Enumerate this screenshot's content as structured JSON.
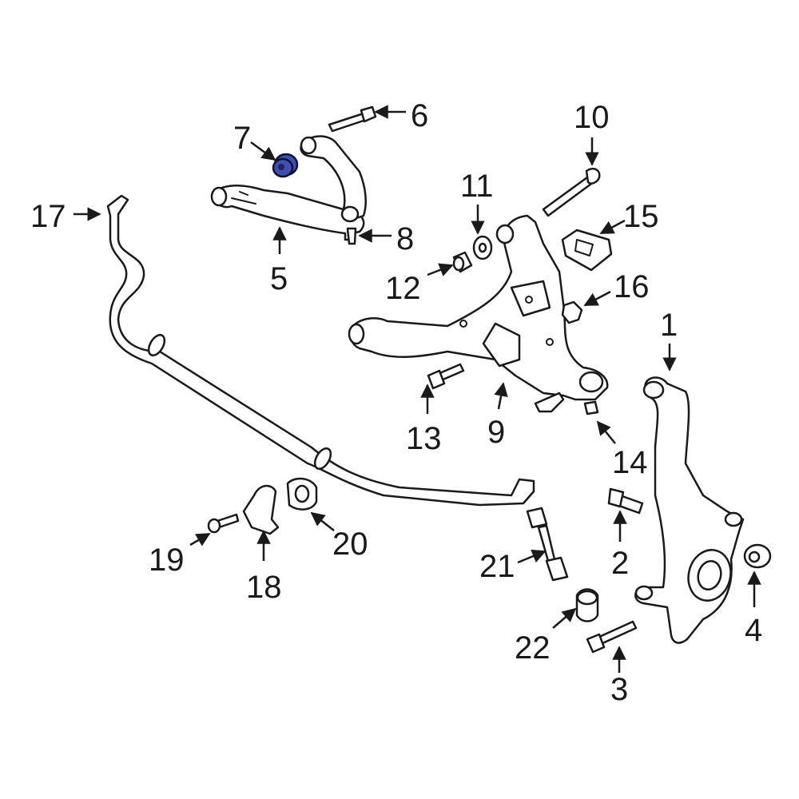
{
  "diagram": {
    "highlight_color": "#3f4fb0",
    "line_color": "#1a1a1a",
    "highlighted_part": "7",
    "callouts": [
      {
        "id": "c1",
        "label": "1"
      },
      {
        "id": "c2",
        "label": "2"
      },
      {
        "id": "c3",
        "label": "3"
      },
      {
        "id": "c4",
        "label": "4"
      },
      {
        "id": "c5",
        "label": "5"
      },
      {
        "id": "c6",
        "label": "6"
      },
      {
        "id": "c7",
        "label": "7"
      },
      {
        "id": "c8",
        "label": "8"
      },
      {
        "id": "c9",
        "label": "9"
      },
      {
        "id": "c10",
        "label": "10"
      },
      {
        "id": "c11",
        "label": "11"
      },
      {
        "id": "c12",
        "label": "12"
      },
      {
        "id": "c13",
        "label": "13"
      },
      {
        "id": "c14",
        "label": "14"
      },
      {
        "id": "c15",
        "label": "15"
      },
      {
        "id": "c16",
        "label": "16"
      },
      {
        "id": "c17",
        "label": "17"
      },
      {
        "id": "c18",
        "label": "18"
      },
      {
        "id": "c19",
        "label": "19"
      },
      {
        "id": "c20",
        "label": "20"
      },
      {
        "id": "c21",
        "label": "21"
      },
      {
        "id": "c22",
        "label": "22"
      }
    ]
  }
}
